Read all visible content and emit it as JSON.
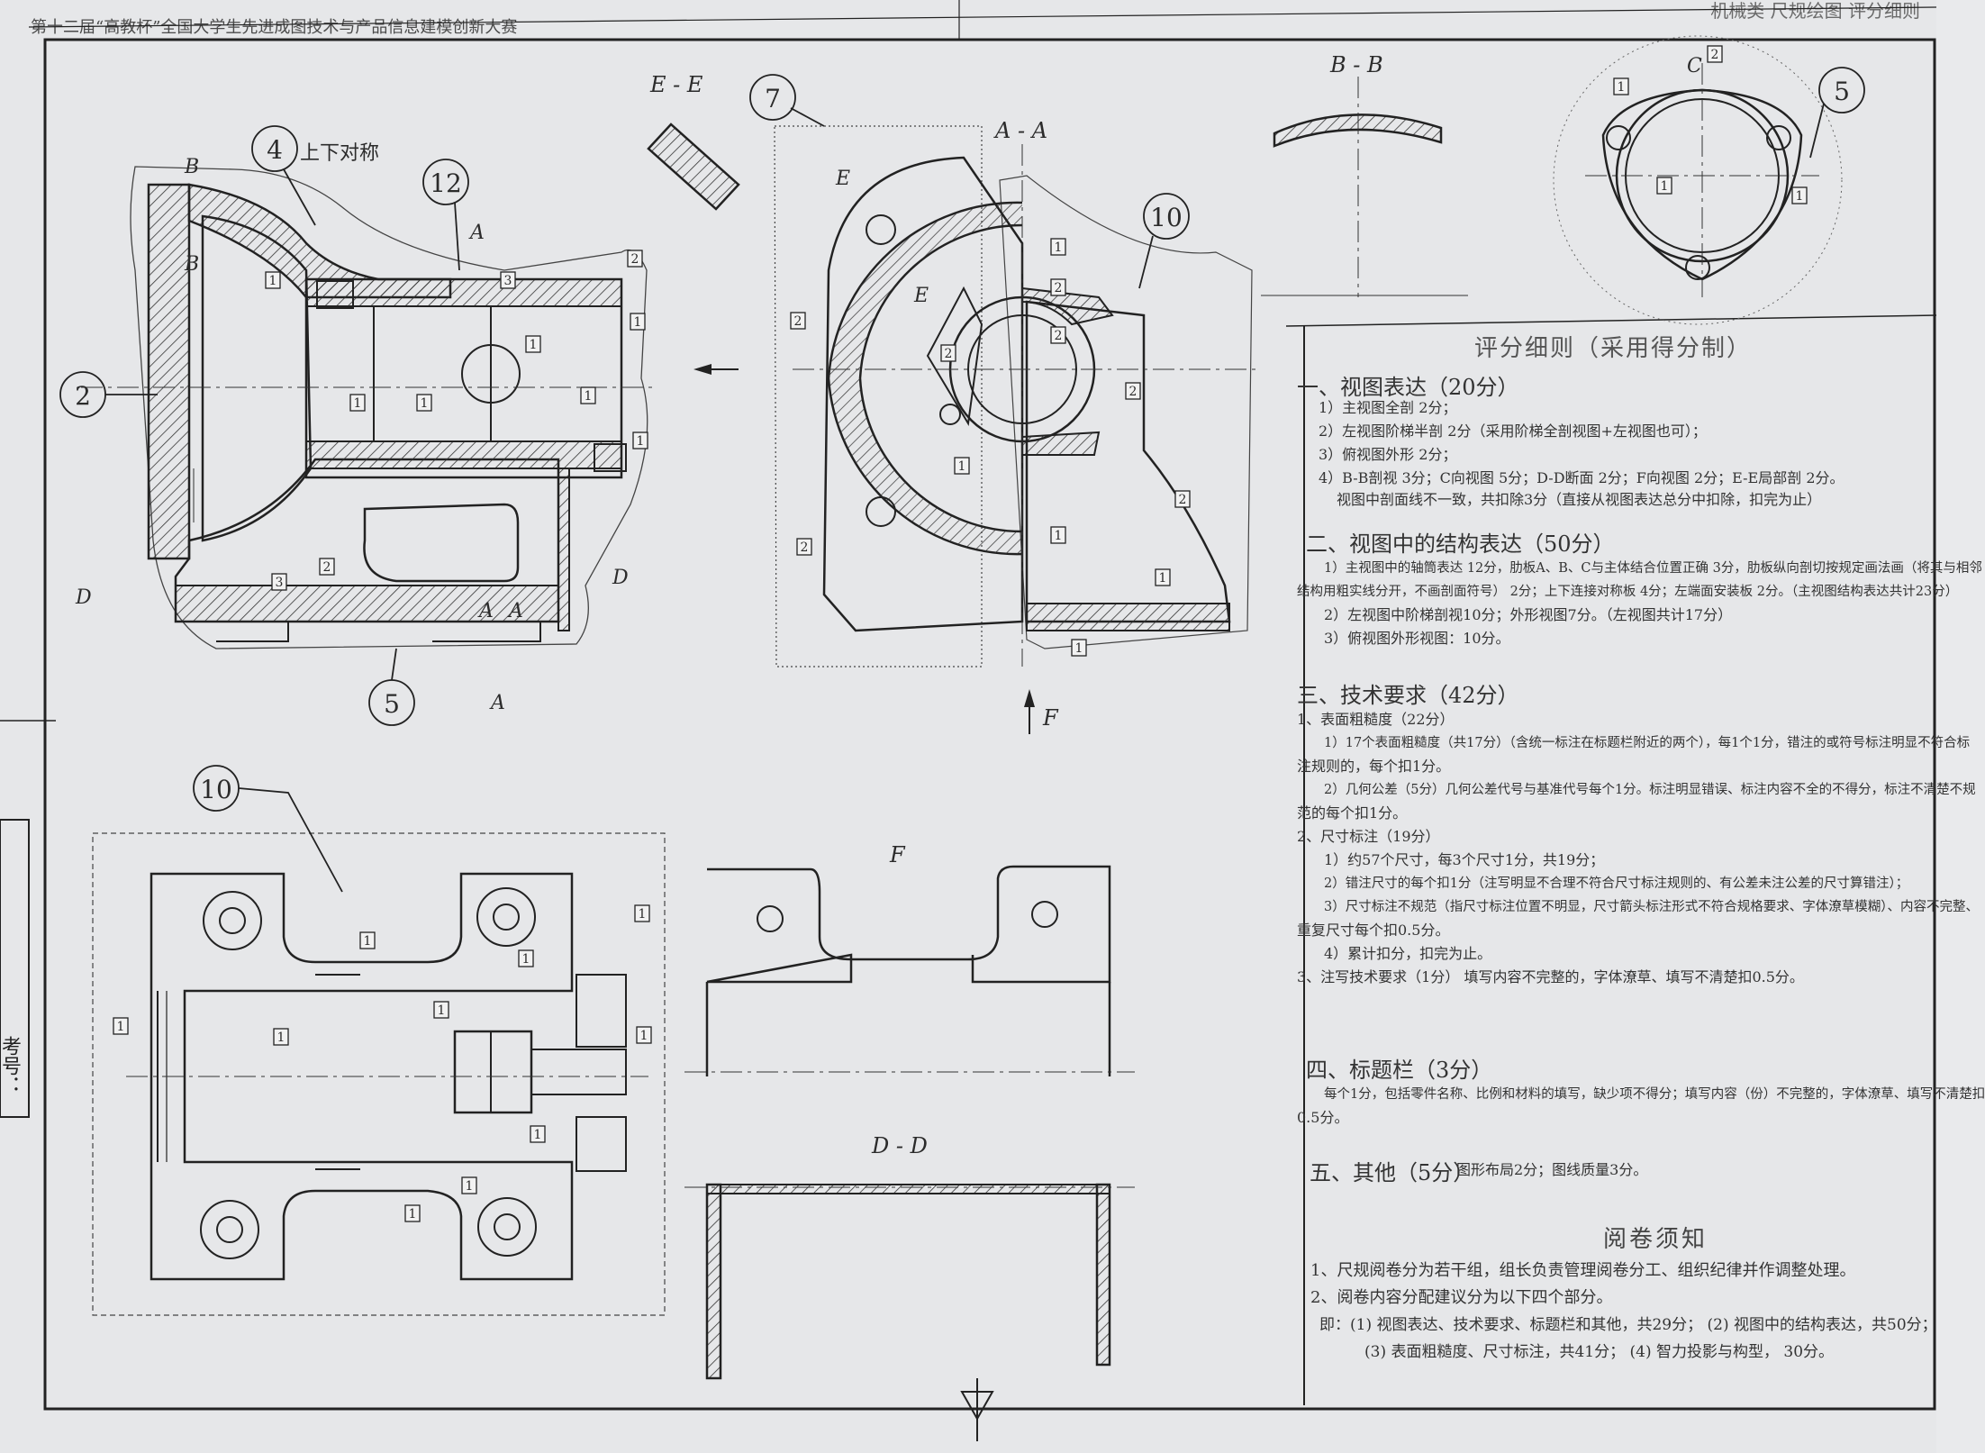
{
  "header": {
    "title": "第十二届“高教杯”全国大学生先进成图技术与产品信息建模创新大赛",
    "right": "机械类 尺规绘图 评分细则"
  },
  "views": {
    "view_ee": "E - E",
    "view_aa": "A - A",
    "view_bb": "B - B",
    "view_f": "F",
    "view_dd": "D - D",
    "half_symmetric_note": "上下对称",
    "arrow_f": "F"
  },
  "balloons": [
    "2",
    "4",
    "12",
    "5",
    "7",
    "10",
    "5",
    "10"
  ],
  "marks": {
    "b": "B",
    "a": "A",
    "d": "D",
    "e": "E",
    "c": "C"
  },
  "score_boxes": {
    "one": "1",
    "two": "2",
    "three": "3"
  },
  "rubric": {
    "title": "评分细则（采用得分制）",
    "s1": {
      "heading": "一、视图表达（20分）",
      "lines": [
        "1）主视图全剖 2分；",
        "2）左视图阶梯半剖 2分（采用阶梯全剖视图+左视图也可）；",
        "3）俯视图外形 2分；",
        "4）B-B剖视 3分；C向视图 5分；D-D断面 2分；F向视图 2分；E-E局部剖 2分。",
        "视图中剖面线不一致，共扣除3分（直接从视图表达总分中扣除，扣完为止）"
      ]
    },
    "s2": {
      "heading": "二、视图中的结构表达（50分）",
      "lines": [
        "1）主视图中的轴筒表达 12分，肋板A、B、C与主体结合位置正确 3分，肋板纵向剖切按规定画法画（将其与相邻",
        "结构用粗实线分开，不画剖面符号） 2分；上下连接对称板 4分；左端面安装板 2分。（主视图结构表达共计23分）",
        "2）左视图中阶梯剖视10分；外形视图7分。（左视图共计17分）",
        "3）俯视图外形视图：10分。"
      ]
    },
    "s3": {
      "heading": "三、技术要求（42分）",
      "lines": [
        "1、表面粗糙度（22分）",
        "1）17个表面粗糙度（共17分）（含统一标注在标题栏附近的两个），每1个1分，错注的或符号标注明显不符合标",
        "注规则的，每个扣1分。",
        "2）几何公差（5分）几何公差代号与基准代号每个1分。标注明显错误、标注内容不全的不得分，标注不清楚不规",
        "范的每个扣1分。",
        "2、尺寸标注（19分）",
        "1）约57个尺寸，每3个尺寸1分，共19分；",
        "2）错注尺寸的每个扣1分（注写明显不合理不符合尺寸标注规则的、有公差未注公差的尺寸算错注）；",
        "3）尺寸标注不规范（指尺寸标注位置不明显，尺寸箭头标注形式不符合规格要求、字体潦草模糊）、内容不完整、",
        "重复尺寸每个扣0.5分。",
        "4）累计扣分，扣完为止。",
        "3、注写技术要求（1分） 填写内容不完整的，字体潦草、填写不清楚扣0.5分。"
      ]
    },
    "s4": {
      "heading": "四、标题栏（3分）",
      "lines": [
        "每个1分，包括零件名称、比例和材料的填写，缺少项不得分；填写内容（份）不完整的，字体潦草、填写不清楚扣",
        "0.5分。"
      ]
    },
    "s5": {
      "heading": "五、其他（5分）",
      "note": "图形布局2分；图线质量3分。"
    }
  },
  "notes": {
    "title": "阅卷须知",
    "lines": [
      "1、尺规阅卷分为若干组，组长负责管理阅卷分工、组织纪律并作调整处理。",
      "2、阅卷内容分配建议分为以下四个部分。",
      "即：(1)  视图表达、技术要求、标题栏和其他，共29分；  (2) 视图中的结构表达，共50分；",
      "(3)  表面粗糙度、尺寸标注，共41分；                 (4)  智力投影与构型，  30分。"
    ]
  },
  "side_label": "考号："
}
